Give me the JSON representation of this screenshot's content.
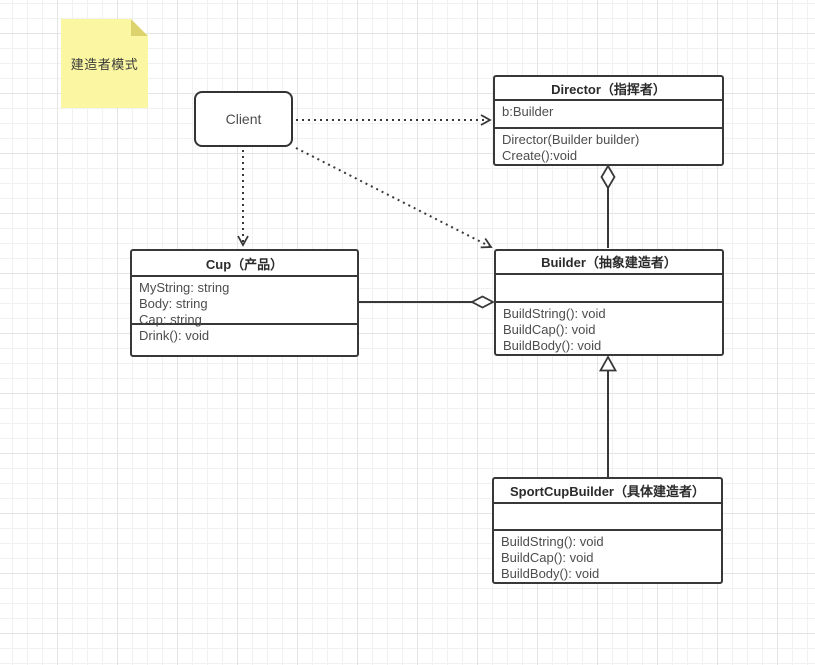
{
  "note": {
    "text": "建造者模式"
  },
  "classes": {
    "client": {
      "title": "Client"
    },
    "director": {
      "title": "Director（指挥者）",
      "attributes": [
        "b:Builder"
      ],
      "methods": [
        "Director(Builder builder)",
        "Create():void"
      ]
    },
    "cup": {
      "title": "Cup（产品）",
      "attributes": [
        "MyString: string",
        "Body: string",
        "Cap: string"
      ],
      "methods": [
        "Drink(): void"
      ]
    },
    "builder": {
      "title": "Builder（抽象建造者）",
      "attributes": [],
      "methods": [
        "BuildString(): void",
        "BuildCap(): void",
        "BuildBody(): void"
      ]
    },
    "sport_cup_builder": {
      "title": "SportCupBuilder（具体建造者）",
      "attributes": [],
      "methods": [
        "BuildString(): void",
        "BuildCap(): void",
        "BuildBody(): void"
      ]
    }
  },
  "relationships": [
    {
      "from": "Client",
      "to": "Director",
      "type": "dependency",
      "style": "dashed-open-arrow"
    },
    {
      "from": "Client",
      "to": "Cup",
      "type": "dependency",
      "style": "dashed-open-arrow"
    },
    {
      "from": "Client",
      "to": "Builder",
      "type": "dependency",
      "style": "dashed-open-arrow"
    },
    {
      "from": "Builder",
      "to": "Director",
      "type": "aggregation",
      "style": "solid-open-diamond-at-director"
    },
    {
      "from": "Cup",
      "to": "Builder",
      "type": "aggregation",
      "style": "solid-open-diamond-at-builder"
    },
    {
      "from": "SportCupBuilder",
      "to": "Builder",
      "type": "inheritance",
      "style": "solid-open-triangle-at-builder"
    }
  ],
  "colors": {
    "line": "#383838",
    "box_border": "#383838",
    "box_fill": "#ffffff",
    "title_text": "#2b2b2b",
    "body_text": "#4d4d4d",
    "note_bg": "#fbf6a1",
    "note_fold": "#dcd36f",
    "grid_minor": "#f1f1f1",
    "grid_major": "#e4e4e4"
  }
}
